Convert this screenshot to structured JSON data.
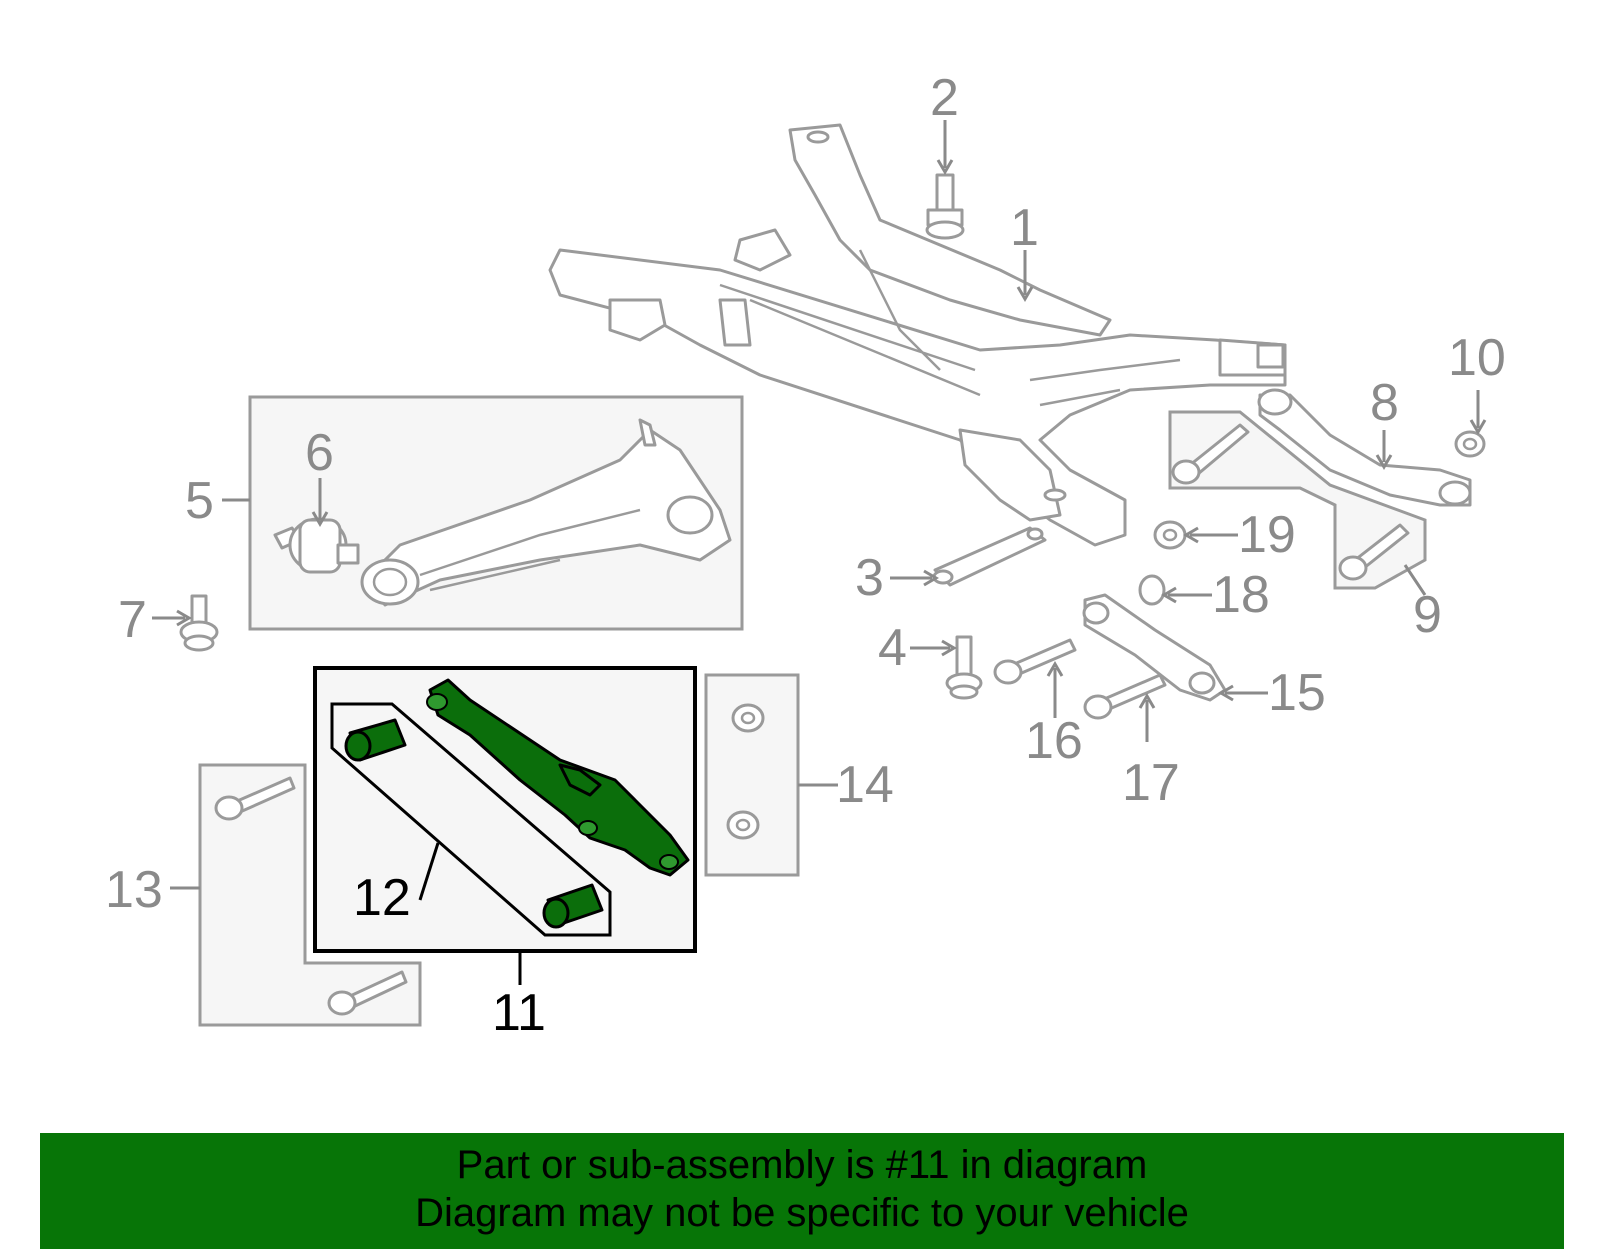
{
  "callouts": {
    "c1": "1",
    "c2": "2",
    "c3": "3",
    "c4": "4",
    "c5": "5",
    "c6": "6",
    "c7": "7",
    "c8": "8",
    "c9": "9",
    "c10": "10",
    "c11": "11",
    "c12": "12",
    "c13": "13",
    "c14": "14",
    "c15": "15",
    "c16": "16",
    "c17": "17",
    "c18": "18",
    "c19": "19"
  },
  "highlight": {
    "part": "11",
    "color": "#0b6e0b"
  },
  "banner": {
    "line1": "Part or sub-assembly is #11 in diagram",
    "line2": "Diagram may not be specific to your vehicle",
    "color": "#077507"
  }
}
